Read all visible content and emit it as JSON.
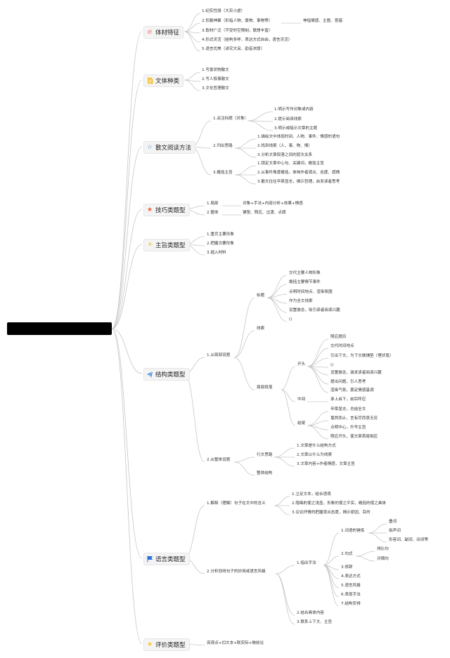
{
  "colors": {
    "line": "#c6c6c6",
    "root": "#000000",
    "box": "#f4f4f4",
    "fire": "#e8472b",
    "doc": "#f2c23c",
    "star_outline": "#3a86d8",
    "star": "#f0623a",
    "sun": "#f4c542",
    "plane": "#4a8fe0",
    "flag": "#2a6fd6",
    "star_gold": "#f5c534"
  },
  "icons": {
    "ticai": "fire-icon",
    "wenti": "document-icon",
    "fangfa": "star-outline-icon",
    "jiqiao": "star-icon",
    "zhuzhi": "sun-icon",
    "jiegou": "paper-plane-icon",
    "yuyan": "flag-icon",
    "pingjia": "gold-star-icon"
  },
  "main": {
    "ticai": "体材特征",
    "wenti": "文体种类",
    "fangfa": "散文阅读方法",
    "jiqiao": "技巧类题型",
    "zhuzhi": "主旨类题型",
    "jiegou": "结构类题型",
    "yuyan": "语言类题型",
    "pingjia": "评价类题型"
  },
  "ticai": {
    "items": [
      "1.纪实性强（大实小虚）",
      "2.形散神聚（形指人物、景物、事物等）",
      "3.取材广泛（不受时空限制，联想丰富）",
      "4.形式灵活（结构多样、表达方式自由，语言灵活）",
      "5.语言优美（讲究文采、韵音浓厚）"
    ],
    "shen": "神指情感、主题、意蕴"
  },
  "wenti": {
    "items": [
      "1.写景状物散文",
      "2.写人叙事散文",
      "3.文化哲理散文"
    ]
  },
  "fangfa": {
    "groups": [
      "1.关注标题（对象）",
      "2.列出思路",
      "3.概括主旨"
    ],
    "g1": [
      "1.明示写作对象或内容",
      "2.提示阅读线索",
      "3.明示或暗示文章的主题"
    ],
    "g2": [
      "1.描绘文中体现时间、人物、事件、情感的语句",
      "2.找到线索（人、事、物、情）",
      "3.分析文章段落之间的层次关系"
    ],
    "g3": [
      "1.锁定文章中心句、关键词，概括主旨",
      "2.从事件角度概括，体味作者观点、态度、感情",
      "3.散文往往卒章显志，揭示哲理，启发读者思考"
    ]
  },
  "jiqiao": {
    "items": [
      "1.局部",
      "2.整体"
    ],
    "jubu": "对象+手法+内容分析+效果+情感",
    "zhengti": "铺垫、照应、过渡、点题"
  },
  "zhuzhi": {
    "items": [
      "1.重页主要形象",
      "2.把握次要形象",
      "3.插入材料"
    ]
  },
  "jiegou": {
    "a": "1.从局部设题",
    "b": "2.从整体设题",
    "biaoti": "标题",
    "xiansuo": "线索",
    "jubu": "局部段落",
    "biaoti_items": [
      "交代主要人物形象",
      "概括主要情节事件",
      "点明时间地点、渲染氛围",
      "作为全文线索",
      "设置悬念，吸引读者阅读兴趣",
      "()"
    ],
    "kaitou": "开头",
    "zhongjian": "中间",
    "jiewei": "结尾",
    "kaitou_items": [
      "照应题目",
      "交代时间地点",
      "引出下文，为下文做铺垫（埋伏笔）",
      "()",
      "设置悬念，激发读者阅读兴趣",
      "提出问题，引人思考",
      "渲染气氛，奠定情感基调"
    ],
    "zhongjian_item": "承上启下，前后呼应",
    "jiewei_items": [
      "卒章显志，总结全文",
      "戛然而止，言有尽而意无穷",
      "点明中心，升华主旨",
      "照应开头，使文章首尾相应"
    ],
    "xingwen": "行文思路",
    "xingwen_items": [
      "1.文章是什么结构方式",
      "2.文章以什么为线索",
      "3.文章内容+作者情感，文章主旨"
    ],
    "zhengti_jiegou": "整体结构"
  },
  "yuyan": {
    "a": "1.解释（理解）句子在文中的含义",
    "a_items": [
      "1.立足文本，结合语境",
      "2.隐晦的使之浅显，形象的使之平实，概括的使之具体",
      "3.议论抒情的把握观点态度，揭示原因、目的"
    ],
    "b": "2.分析划线句子的妙用或语言风格",
    "zhichu": "1.指出手法",
    "cixing": "1.词语的锤炼",
    "cixing_items": [
      "叠词",
      "拟声词",
      "形容词、副词、动词等"
    ],
    "jushi": "2.句式",
    "jushi_items": [
      "排比句",
      "对偶句"
    ],
    "others": [
      "3.修辞",
      "4.表达方式",
      "5.语言风格",
      "6.表现手法",
      "7.结构安排"
    ],
    "b2": "2.结合具体内容",
    "b3": "3.联系上下文、主旨"
  },
  "pingjia": {
    "text": "亮观点+扣文本+联实际+做総论"
  }
}
